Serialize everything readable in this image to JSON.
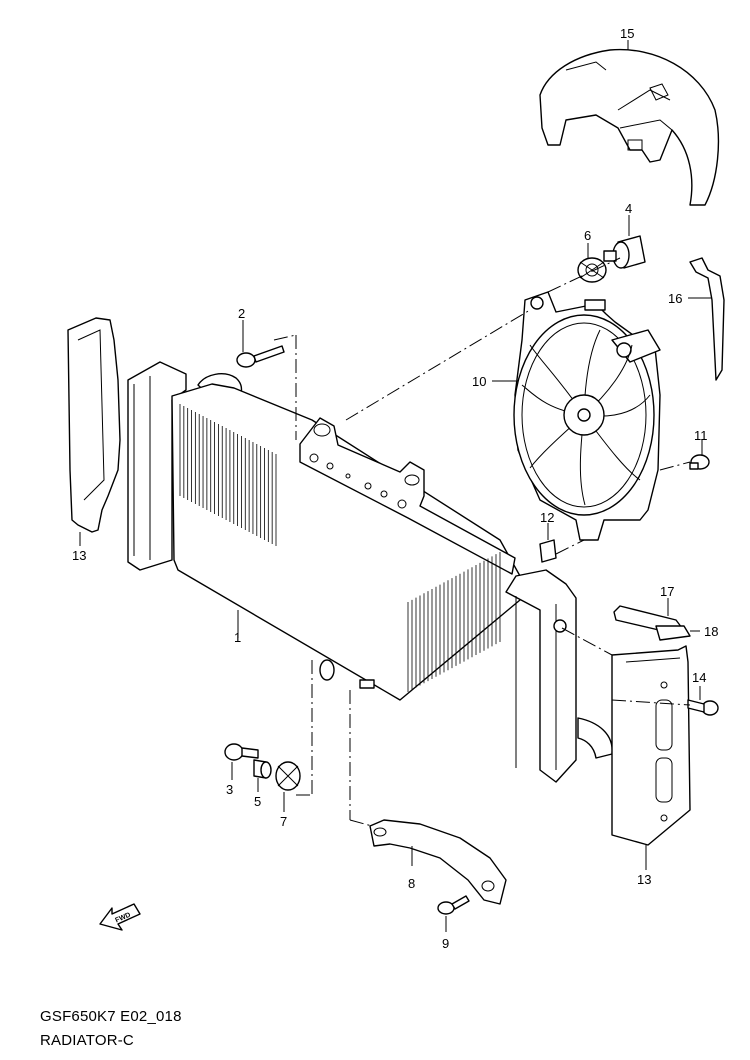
{
  "caption": {
    "code": "GSF650K7 E02_018",
    "title": "RADIATOR-C"
  },
  "fwd_arrow": {
    "label": "FWD",
    "icon": "forward-arrow-icon"
  },
  "callouts": [
    "1",
    "2",
    "3",
    "4",
    "5",
    "6",
    "7",
    "8",
    "9",
    "10",
    "11",
    "12",
    "13",
    "13",
    "14",
    "15",
    "16",
    "17",
    "18"
  ]
}
